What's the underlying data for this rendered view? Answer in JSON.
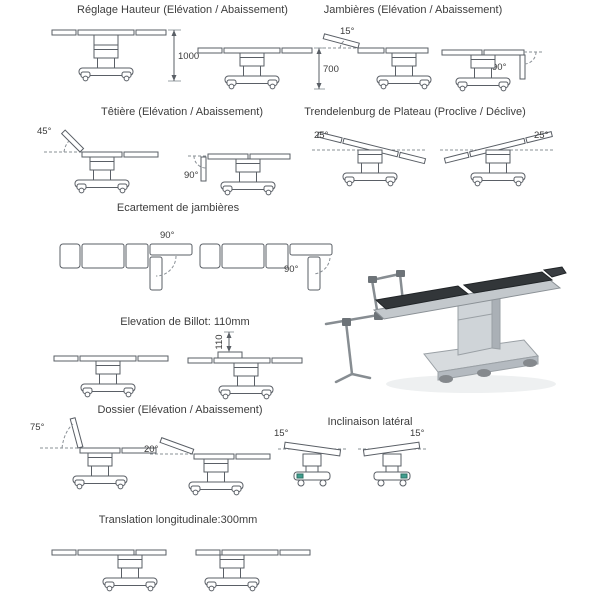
{
  "colors": {
    "line": "#5a5f66",
    "pad": "#323639",
    "metal": "#cfd4d8",
    "pedal": "#3f9e8f"
  },
  "sections": {
    "hauteur": {
      "title": "Réglage Hauteur (Elévation / Abaissement)",
      "dim_high": "1000",
      "dim_low": "700"
    },
    "jambieres": {
      "title": "Jambières (Elévation / Abaissement)",
      "angle_up": "15°",
      "angle_down": "90°"
    },
    "tetiere": {
      "title": "Têtière (Elévation / Abaissement)",
      "angle_up": "45°",
      "angle_down": "90°"
    },
    "trendelenburg": {
      "title": "Trendelenburg de Plateau (Proclive / Déclive)",
      "angle_left": "25°",
      "angle_right": "25°"
    },
    "ecartement": {
      "title": "Ecartement de jambières",
      "angle_first": "90°",
      "angle_second": "90°"
    },
    "billot": {
      "title": "Elevation de Billot: 110mm",
      "dim": "110"
    },
    "dossier": {
      "title": "Dossier (Elévation / Abaissement)",
      "angle_up": "75°",
      "angle_low": "20°"
    },
    "inclinaison": {
      "title": "Inclinaison latéral",
      "angle_left": "15°",
      "angle_right": "15°"
    },
    "translation": {
      "title": "Translation longitudinale:300mm"
    }
  }
}
